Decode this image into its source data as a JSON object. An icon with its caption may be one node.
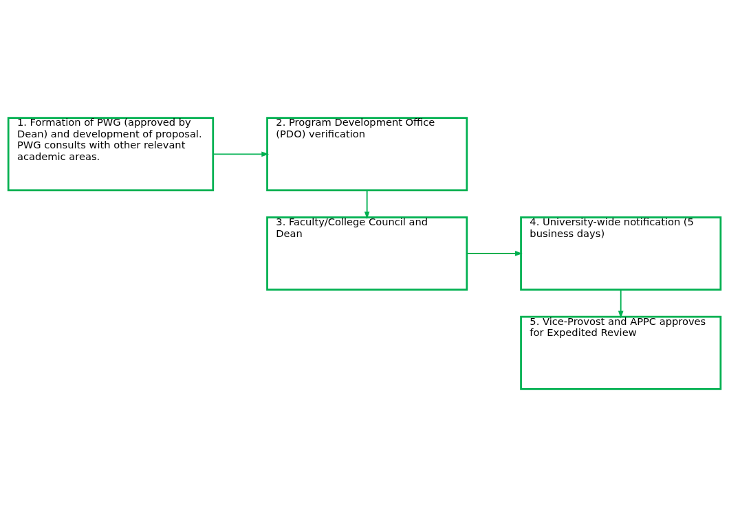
{
  "diagram": {
    "nodes": [
      {
        "text": [
          "1. Formation of PWG (approved by Dean) and development of proposal. PWG consults with other relevant academic areas."
        ]
      },
      {
        "text": [
          "2. Program Development Office (PDO) verification"
        ]
      },
      {
        "text": [
          "3. Faculty/College Council and Dean"
        ]
      },
      {
        "text": [
          "4. University-wide notification (5 business days)"
        ]
      },
      {
        "text": [
          "5. Vice-Provost and APPC approves for Expedited Review"
        ]
      }
    ],
    "edges": [
      {
        "from": 0,
        "to": 1,
        "arrow": "to"
      },
      {
        "from": 1,
        "to": 2,
        "arrow": "to"
      },
      {
        "from": 2,
        "to": 3,
        "arrow": "to"
      },
      {
        "from": 3,
        "to": 4,
        "arrow": "to"
      }
    ]
  }
}
